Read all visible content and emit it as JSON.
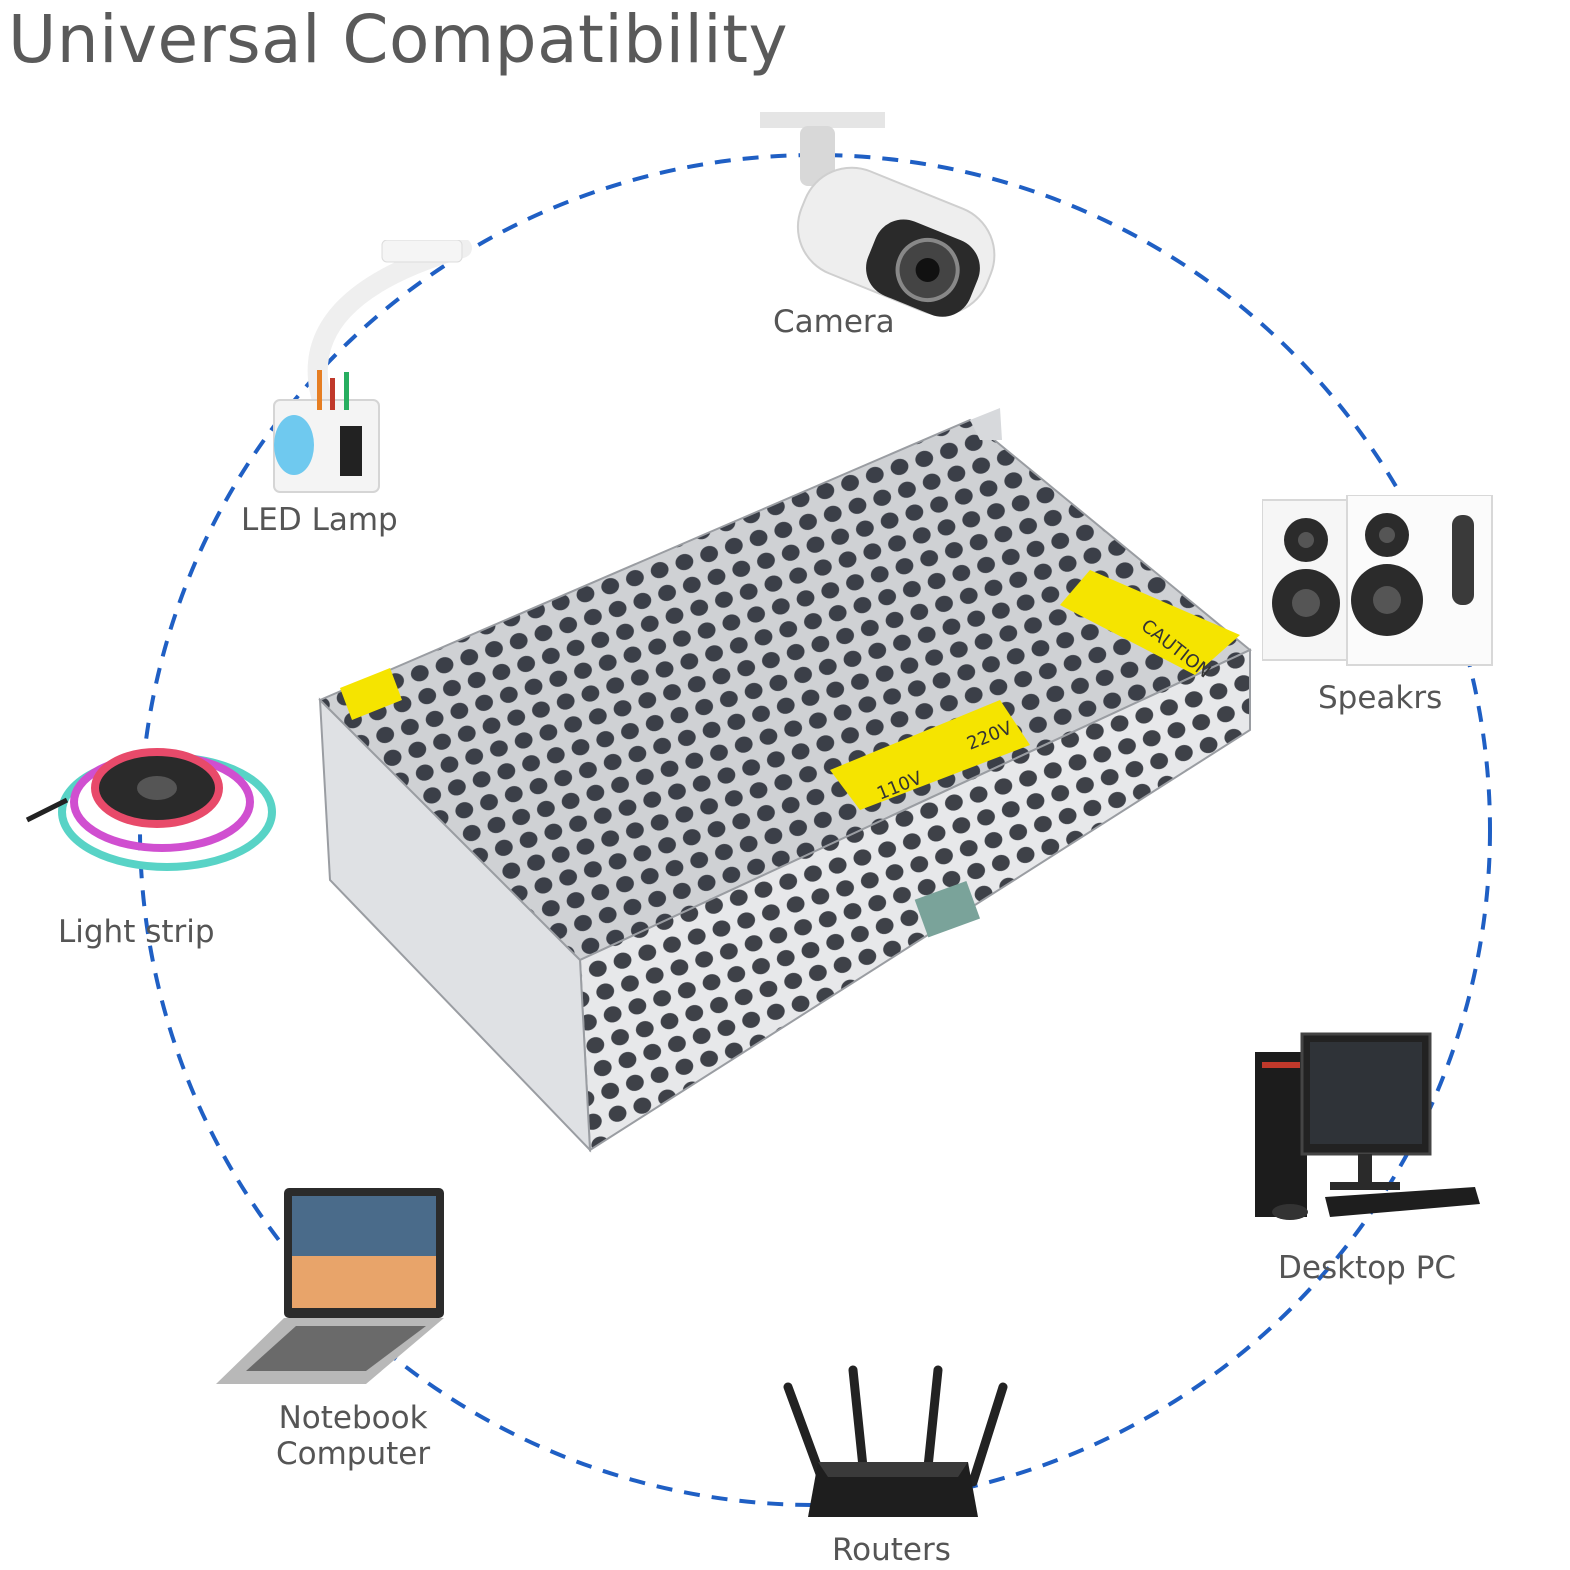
{
  "title": "Universal Compatibility",
  "devices": {
    "camera": "Camera",
    "led_lamp": "LED Lamp",
    "speakers": "Speakrs",
    "light_strip": "Light strip",
    "desktop_pc": "Desktop PC",
    "notebook_line1": "Notebook",
    "notebook_line2": "Computer",
    "routers": "Routers"
  },
  "psu_labels": {
    "caution": "CAUTION",
    "volt_110": "110V",
    "volt_220": "220V"
  },
  "colors": {
    "ring": "#1f5fc4",
    "title": "#5a5a5a",
    "label": "#555555",
    "sticker": "#f5e400"
  }
}
